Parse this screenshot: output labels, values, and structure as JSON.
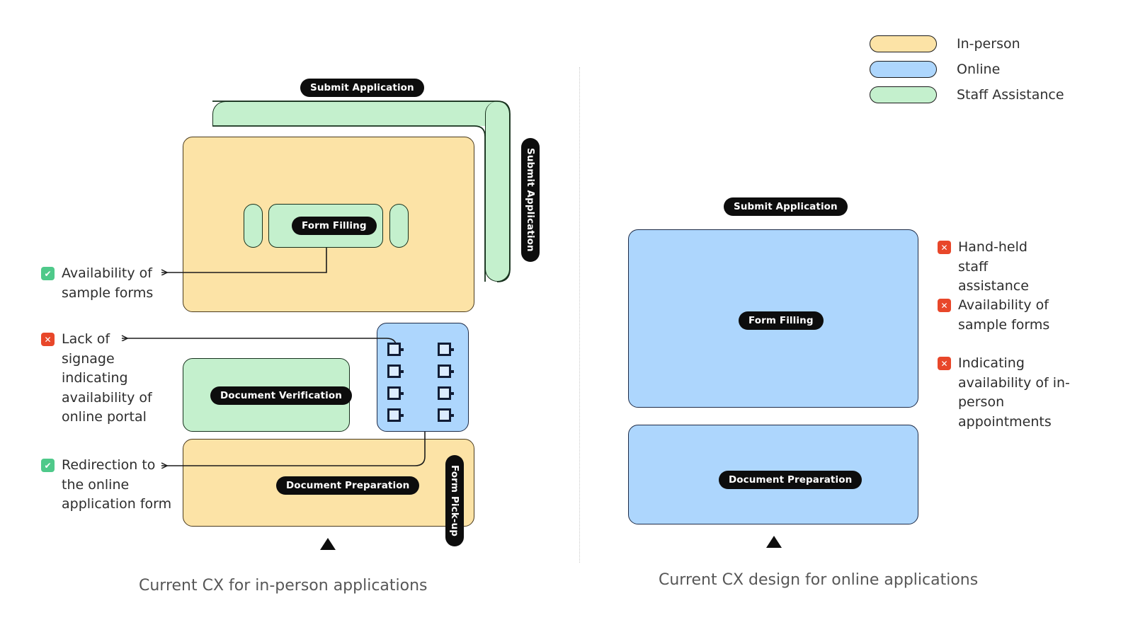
{
  "legend": {
    "items": [
      {
        "label": "In-person",
        "color": "#FCE3A6"
      },
      {
        "label": "Online",
        "color": "#ADD6FD"
      },
      {
        "label": "Staff Assistance",
        "color": "#C4F0CD"
      }
    ]
  },
  "colors": {
    "in_person": "#FCE3A6",
    "online": "#ADD6FD",
    "staff_assistance": "#C4F0CD",
    "positive": "#4FC98A",
    "negative": "#E8472A",
    "pill_bg": "#0D0D0D",
    "stroke": "#1B1B1B"
  },
  "left_panel": {
    "caption": "Current CX for in-person applications",
    "stage_labels": {
      "submit_application_top": "Submit Application",
      "submit_application_side": "Submit Application",
      "form_filling": "Form Filling",
      "document_verification": "Document Verification",
      "document_preparation": "Document Preparation",
      "form_pickup": "Form Pick-up"
    },
    "annotations": [
      {
        "status": "positive",
        "icon": "check-icon",
        "text": "Availability of sample forms"
      },
      {
        "status": "negative",
        "icon": "cross-icon",
        "text": "Lack of signage indicating availability of online portal"
      },
      {
        "status": "positive",
        "icon": "check-icon",
        "text": "Redirection to the online application form"
      }
    ],
    "checklist_count": 8
  },
  "right_panel": {
    "caption": "Current CX design for online applications",
    "stage_labels": {
      "submit_application": "Submit Application",
      "form_filling": "Form Filling",
      "document_preparation": "Document Preparation"
    },
    "annotations": [
      {
        "status": "negative",
        "icon": "cross-icon",
        "text": "Hand-held staff assistance"
      },
      {
        "status": "negative",
        "icon": "cross-icon",
        "text": "Availability of sample forms"
      },
      {
        "status": "negative",
        "icon": "cross-icon",
        "text": "Indicating availability of in-person appointments"
      }
    ]
  },
  "glyphs": {
    "check": "✔",
    "cross": "✕"
  }
}
